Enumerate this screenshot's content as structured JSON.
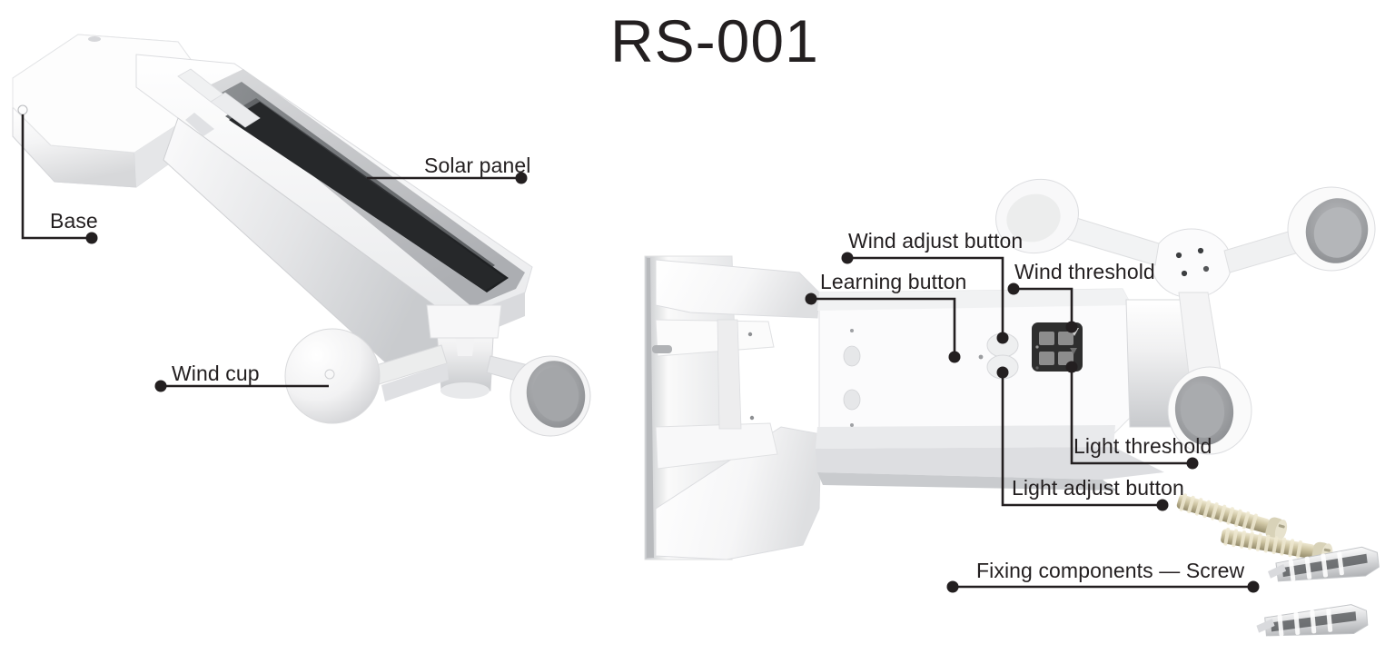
{
  "page": {
    "title": "RS-001",
    "background_color": "#ffffff",
    "text_color": "#231f20",
    "leader_color": "#231f20"
  },
  "product": {
    "model": "RS-001",
    "type": "solar wind and light sensor",
    "views": [
      {
        "name": "perspective-view",
        "side": "left"
      },
      {
        "name": "rear-view",
        "side": "right"
      }
    ]
  },
  "callouts": {
    "left_view": [
      {
        "key": "solar_panel",
        "label": "Solar panel",
        "dot_side": "right"
      },
      {
        "key": "base",
        "label": "Base",
        "dot_side": "right"
      },
      {
        "key": "wind_cup",
        "label": "Wind cup",
        "dot_side": "left"
      }
    ],
    "right_view": [
      {
        "key": "wind_adjust_button",
        "label": "Wind adjust button",
        "dot_side": "left"
      },
      {
        "key": "learning_button",
        "label": "Learning button",
        "dot_side": "left"
      },
      {
        "key": "wind_threshold",
        "label": "Wind threshold",
        "dot_side": "left"
      },
      {
        "key": "light_threshold",
        "label": "Light threshold",
        "dot_side": "right"
      },
      {
        "key": "light_adjust_button",
        "label": "Light adjust button",
        "dot_side": "right"
      },
      {
        "key": "fixing_components",
        "label": "Fixing components — Screw",
        "dot_side": "both"
      }
    ]
  },
  "accessories": {
    "screws": 2,
    "wall_anchors": 2,
    "screw_color": "#b5ab8a",
    "anchor_color": "#c9cacb"
  },
  "display": {
    "name": "led-display",
    "digits": 4,
    "body_color": "#2e2e2e",
    "segment_color": "#8d8d8d",
    "indicators": [
      "wind-indicator",
      "light-indicator"
    ]
  }
}
